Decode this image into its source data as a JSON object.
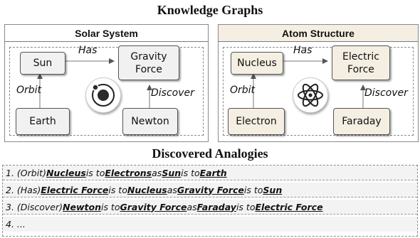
{
  "title": "Knowledge Graphs",
  "colors": {
    "solar_fill": "#f1f1f1",
    "atom_fill": "#f4efe2",
    "solar_header": "#f1f1f1",
    "atom_header": "#f4efe2",
    "row_fill": "#f3f3f3"
  },
  "panels": {
    "solar": {
      "title": "Solar System",
      "nodes": {
        "sun": "Sun",
        "force": "Gravity\nForce",
        "source": "Earth",
        "discoverer": "Newton"
      },
      "edges": {
        "has": "Has",
        "orbit": "Orbit",
        "discover": "Discover"
      },
      "icon": "orbit-icon"
    },
    "atom": {
      "title": "Atom Structure",
      "nodes": {
        "nucleus": "Nucleus",
        "force": "Electric\nForce",
        "source": "Electron",
        "discoverer": "Faraday"
      },
      "edges": {
        "has": "Has",
        "orbit": "Orbit",
        "discover": "Discover"
      },
      "icon": "atom-icon"
    }
  },
  "analogies_title": "Discovered Analogies",
  "analogies": [
    {
      "parts": [
        {
          "t": "1. (Orbit) ",
          "u": false
        },
        {
          "t": "Nucleus",
          "u": true
        },
        {
          "t": " is to ",
          "u": false
        },
        {
          "t": "Electrons",
          "u": true
        },
        {
          "t": " as ",
          "u": false
        },
        {
          "t": "Sun",
          "u": true
        },
        {
          "t": " is to ",
          "u": false
        },
        {
          "t": "Earth",
          "u": true
        }
      ]
    },
    {
      "parts": [
        {
          "t": "2. (Has) ",
          "u": false
        },
        {
          "t": "Electric Force",
          "u": true
        },
        {
          "t": " is to ",
          "u": false
        },
        {
          "t": "Nucleus",
          "u": true
        },
        {
          "t": " as ",
          "u": false
        },
        {
          "t": "Gravity Force",
          "u": true
        },
        {
          "t": " is to ",
          "u": false
        },
        {
          "t": "Sun",
          "u": true
        }
      ]
    },
    {
      "parts": [
        {
          "t": "3. (Discover) ",
          "u": false
        },
        {
          "t": "Newton",
          "u": true
        },
        {
          "t": " is to ",
          "u": false
        },
        {
          "t": "Gravity Force",
          "u": true
        },
        {
          "t": " as ",
          "u": false
        },
        {
          "t": "Faraday",
          "u": true
        },
        {
          "t": " is to ",
          "u": false
        },
        {
          "t": "Electric Force",
          "u": true
        }
      ]
    },
    {
      "parts": [
        {
          "t": "4. ...",
          "u": false
        }
      ]
    }
  ]
}
